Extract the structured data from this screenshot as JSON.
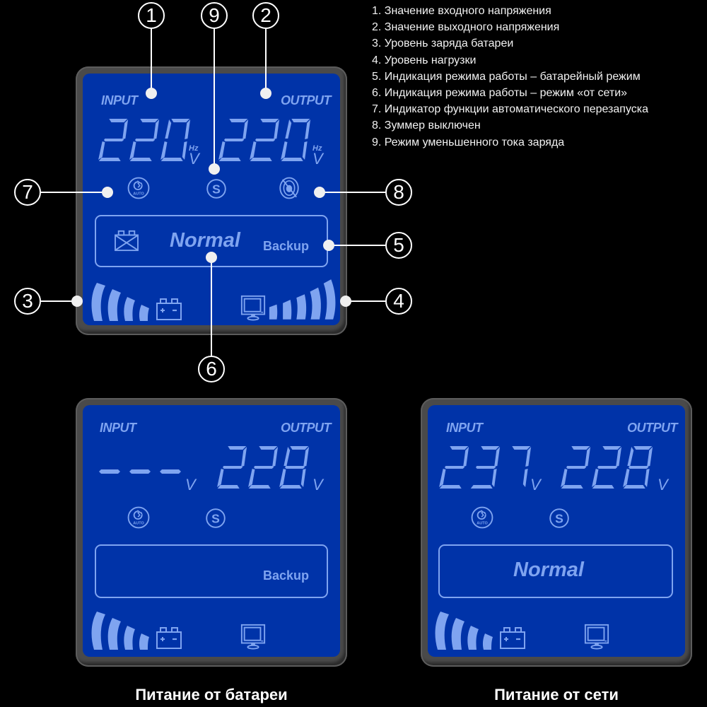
{
  "legend": {
    "items": [
      "1. Значение входного напряжения",
      "2. Значение выходного напряжения",
      "3. Уровень заряда батареи",
      "4. Уровень нагрузки",
      "5. Индикация режима работы – батарейный режим",
      "6. Индикация режима работы – режим «от сети»",
      "7. Индикатор функции автоматического перезапуска",
      "8. Зуммер выключен",
      "9. Режим уменьшенного тока заряда"
    ]
  },
  "callouts": [
    "1",
    "2",
    "3",
    "4",
    "5",
    "6",
    "7",
    "8",
    "9"
  ],
  "panels": {
    "overview": {
      "input_label": "INPUT",
      "output_label": "OUTPUT",
      "input_value": "220",
      "output_value": "220",
      "input_unit_hz": "Hz",
      "input_unit_v": "V",
      "output_unit_hz": "Hz",
      "output_unit_v": "V",
      "auto_label": "AUTO",
      "s_label": "S",
      "mode_normal": "Normal",
      "mode_backup": "Backup",
      "battery_level_bars": 4,
      "load_level_bars": 5
    },
    "battery": {
      "input_label": "INPUT",
      "output_label": "OUTPUT",
      "input_value": "---",
      "output_value": "228",
      "input_unit": "V",
      "output_unit": "V",
      "auto_label": "AUTO",
      "s_label": "S",
      "mode_backup": "Backup",
      "battery_level_bars": 4,
      "load_level_bars": 0,
      "caption": "Питание от батареи"
    },
    "mains": {
      "input_label": "INPUT",
      "output_label": "OUTPUT",
      "input_value": "237",
      "output_value": "228",
      "input_unit": "V",
      "output_unit": "V",
      "auto_label": "AUTO",
      "s_label": "S",
      "mode_normal": "Normal",
      "battery_level_bars": 4,
      "load_level_bars": 0,
      "caption": "Питание от сети"
    }
  },
  "colors": {
    "background": "#000000",
    "lcd_background": "#0033a8",
    "lcd_segment": "#7fa4f0",
    "frame": "#4a4a4a",
    "callout": "#ffffff"
  }
}
